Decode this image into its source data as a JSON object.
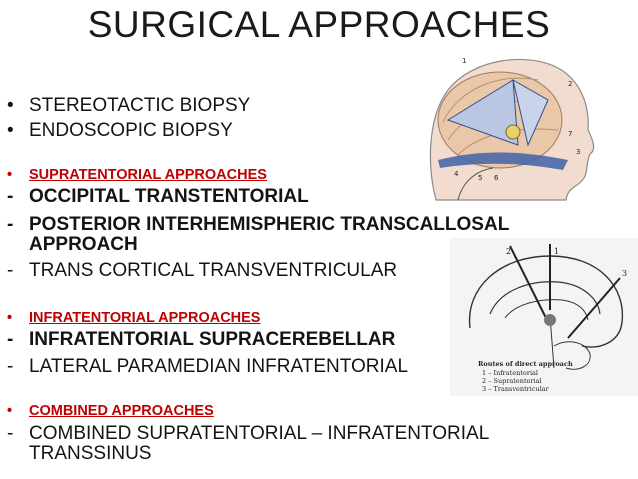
{
  "title": "SURGICAL APPROACHES",
  "bullets": {
    "b1": "STEREOTACTIC BIOPSY",
    "b2": "ENDOSCOPIC BIOPSY",
    "h1": "SUPRATENTORIAL APPROACHES",
    "s1": "OCCIPITAL TRANSTENTORIAL",
    "s2a": "POSTERIOR INTERHEMISPHERIC TRANSCALLOSAL",
    "s2b": "APPROACH",
    "s3": "TRANS CORTICAL TRANSVENTRICULAR",
    "h2": "INFRATENTORIAL APPROACHES",
    "i1": "INFRATENTORIAL SUPRACEREBELLAR",
    "i2": "LATERAL PARAMEDIAN INFRATENTORIAL",
    "h3": "COMBINED APPROACHES",
    "c1a": "COMBINED SUPRATENTORIAL – INFRATENTORIAL",
    "c1b": "TRANSSINUS"
  },
  "markers": {
    "bullet": "•",
    "dash": "-"
  },
  "figure1": {
    "labels": [
      "1",
      "2",
      "3",
      "4",
      "5",
      "6",
      "7"
    ]
  },
  "figure2": {
    "caption_title": "Routes of direct approach",
    "caption_items": [
      "1 – Infratentorial",
      "2 – Supratentorial",
      "3 – Transventricular"
    ],
    "labels": [
      "1",
      "2",
      "3"
    ]
  },
  "colors": {
    "heading_red": "#c00000",
    "text": "#141414"
  }
}
